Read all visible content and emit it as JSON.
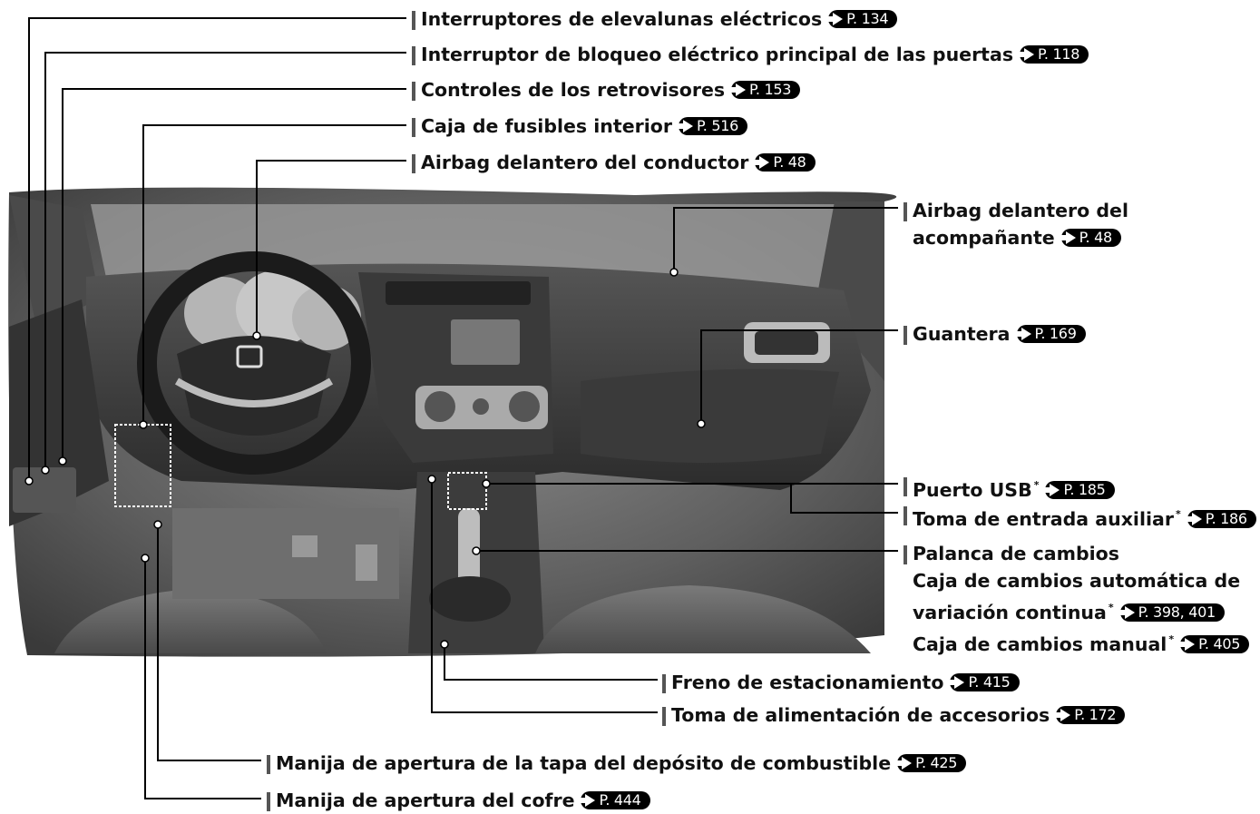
{
  "labels": {
    "power_windows": {
      "text": "Interruptores de elevalunas eléctricos",
      "ref": "P. 134"
    },
    "master_lock": {
      "text": "Interruptor de bloqueo eléctrico principal de las puertas",
      "ref": "P. 118"
    },
    "mirror_controls": {
      "text": "Controles de los retrovisores",
      "ref": "P. 153"
    },
    "fuse_box": {
      "text": "Caja de fusibles interior",
      "ref": "P. 516"
    },
    "driver_airbag": {
      "text": "Airbag delantero del conductor",
      "ref": "P. 48"
    },
    "passenger_airbag": {
      "line1": "Airbag delantero del",
      "line2": "acompañante",
      "ref": "P. 48"
    },
    "glovebox": {
      "text": "Guantera",
      "ref": "P. 169"
    },
    "usb_port": {
      "text": "Puerto USB",
      "sup": "*",
      "ref": "P. 185"
    },
    "aux_jack": {
      "text": "Toma de entrada auxiliar",
      "sup": "*",
      "ref": "P. 186"
    },
    "shift_lever": {
      "title": "Palanca de cambios",
      "line2": "Caja de cambios automática de",
      "line3": "variación continua",
      "cvt_sup": "*",
      "cvt_ref": "P. 398, 401",
      "line4": "Caja de cambios manual",
      "manual_sup": "*",
      "manual_ref": "P. 405"
    },
    "parking_brake": {
      "text": "Freno de estacionamiento",
      "ref": "P. 415"
    },
    "accessory_power": {
      "text": "Toma de alimentación de accesorios",
      "ref": "P. 172"
    },
    "fuel_door": {
      "text": "Manija de apertura de la tapa del depósito de combustible",
      "ref": "P. 425"
    },
    "hood_release": {
      "text": "Manija de apertura del cofre",
      "ref": "P. 444"
    }
  },
  "colors": {
    "line": "#000000",
    "badge": "#000000",
    "photo_dark": "#2e2e2e",
    "photo_mid": "#6a6a6a"
  }
}
